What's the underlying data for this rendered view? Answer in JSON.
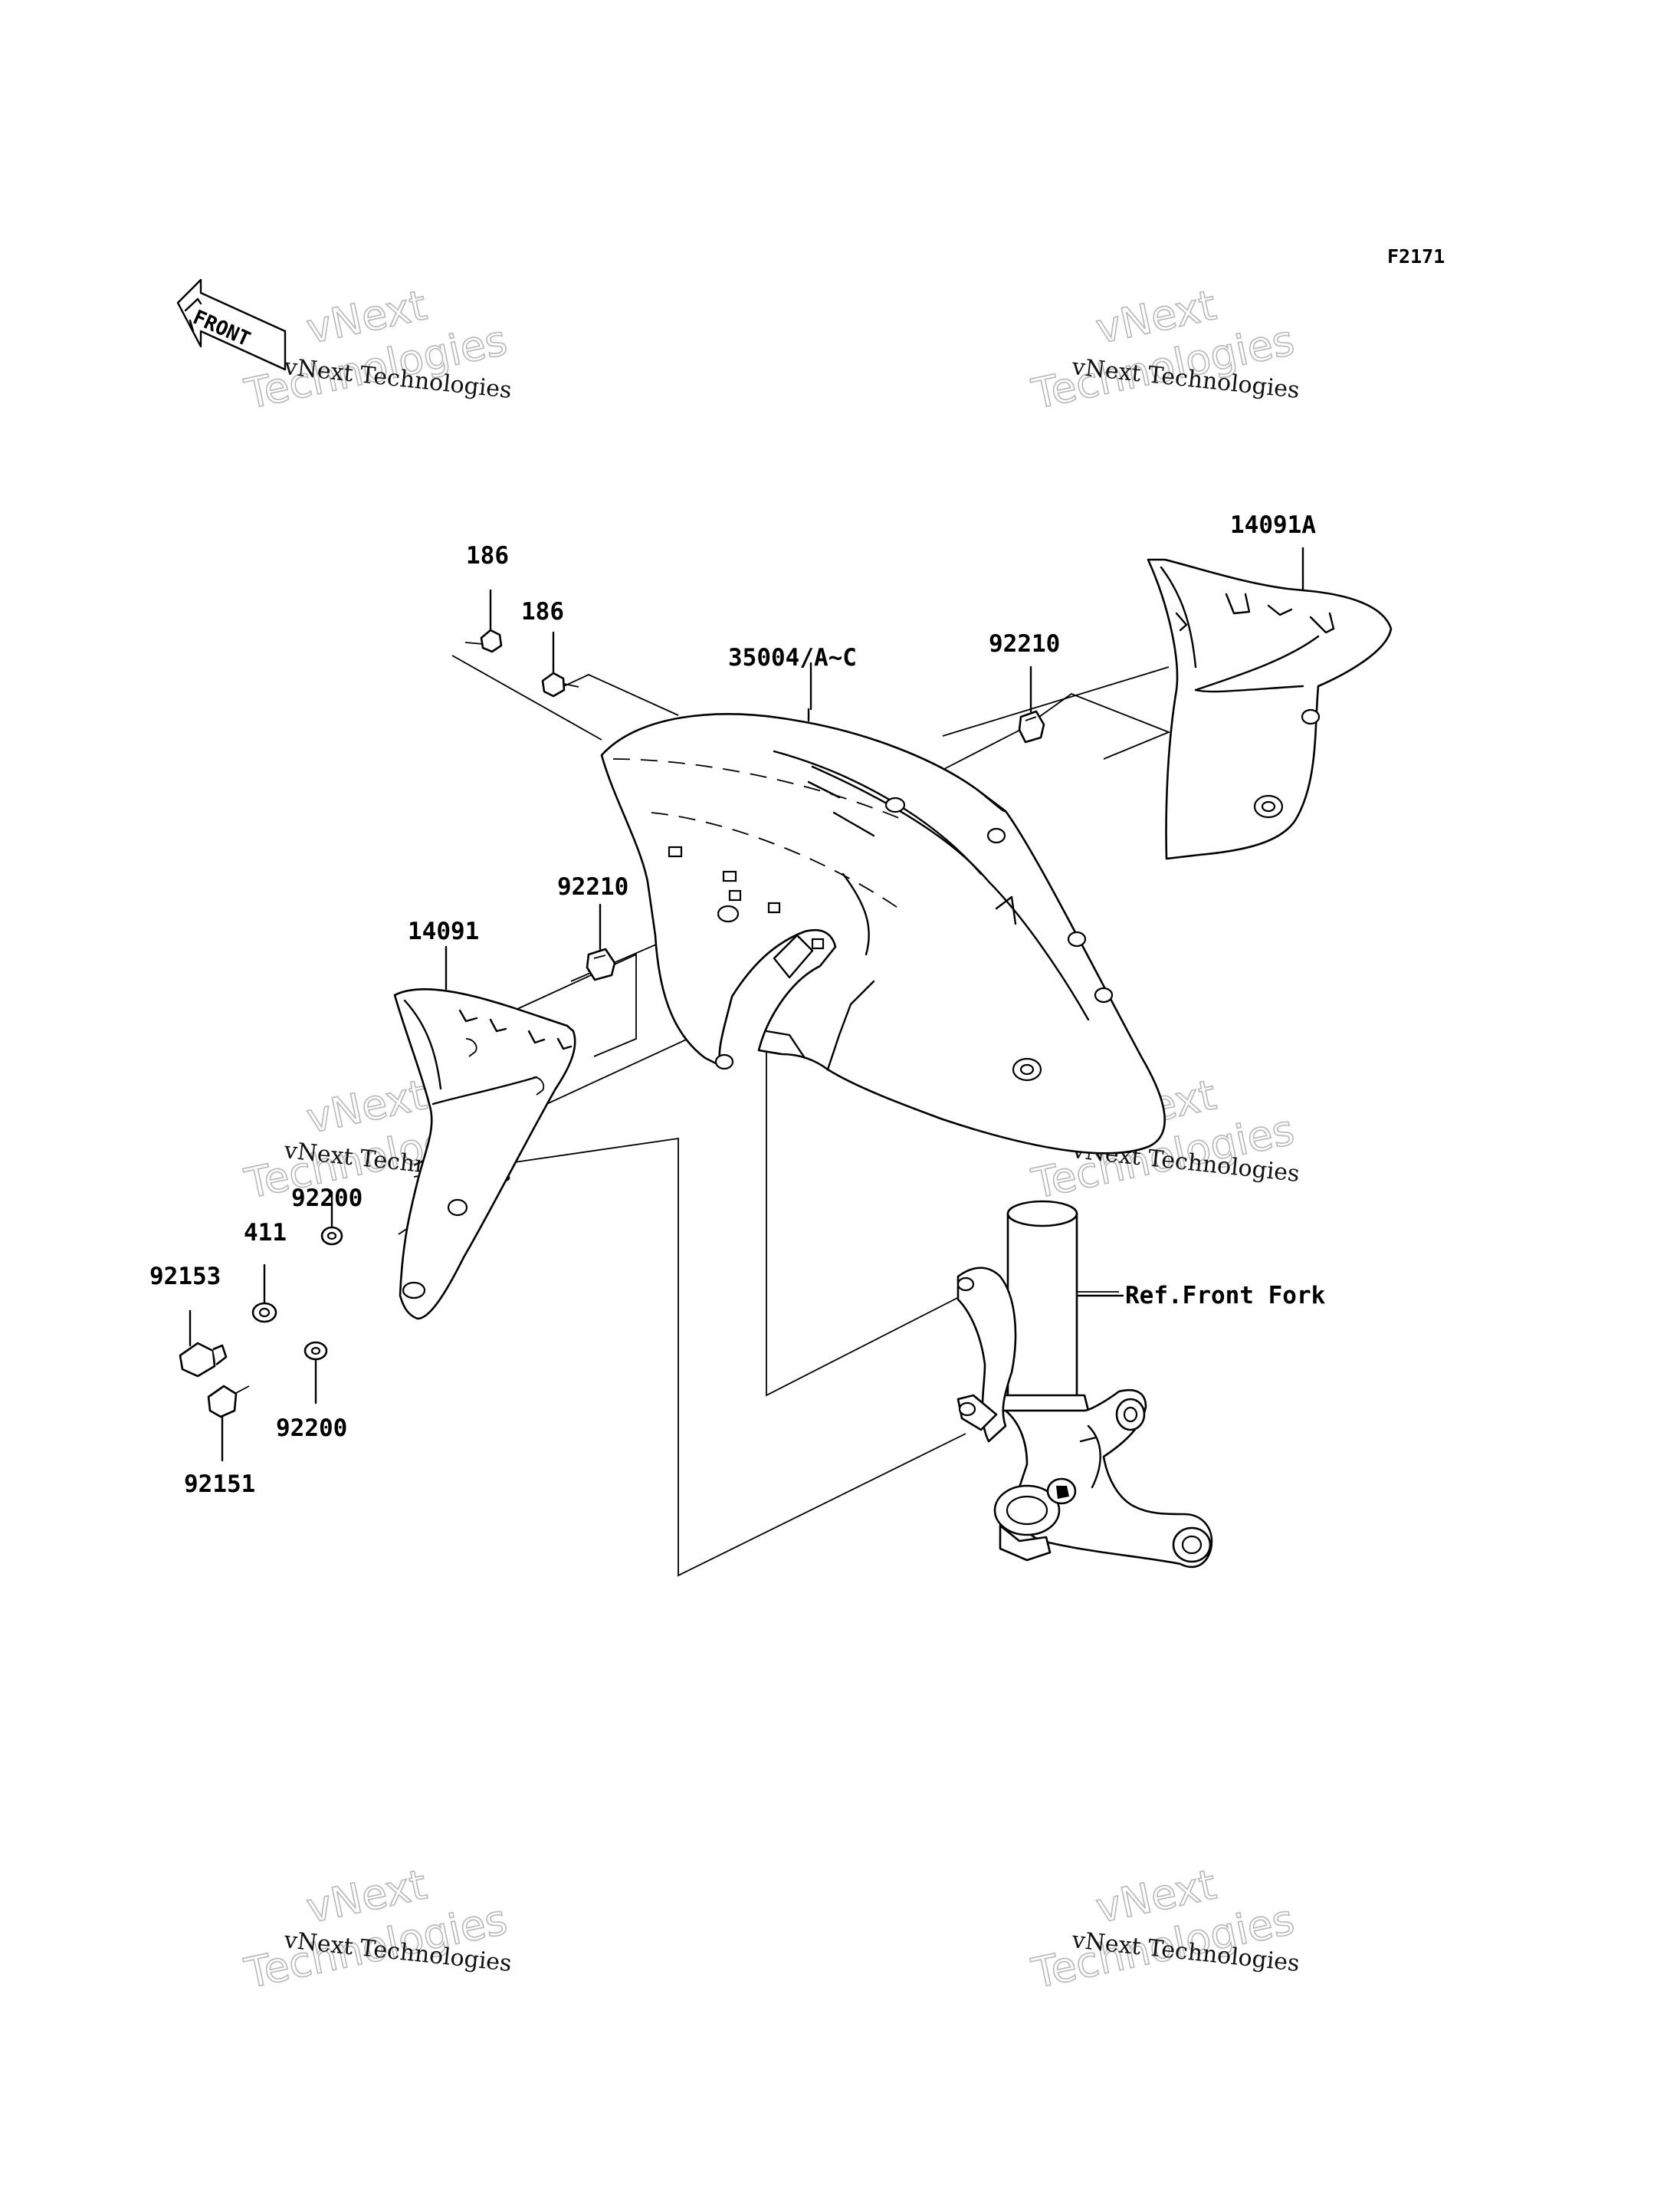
{
  "diagram_code": "F2171",
  "front_arrow_text": "FRONT",
  "watermarks": [
    {
      "line1": "vNext Technologies",
      "line2": "vNext",
      "line3": "Technologies"
    },
    {
      "line1": "vNext Technologies",
      "line2": "vNext",
      "line3": "Technologies"
    },
    {
      "line1": "vNext Technologies",
      "line2": "vNext",
      "line3": "Technologies"
    },
    {
      "line1": "vNext Technologies",
      "line2": "vNext",
      "line3": "Technologies"
    },
    {
      "line1": "vNext Technologies",
      "line2": "vNext",
      "line3": "Technologies"
    },
    {
      "line1": "vNext Technologies",
      "line2": "vNext",
      "line3": "Technologies"
    }
  ],
  "parts": {
    "bolt_186_a": "186",
    "bolt_186_b": "186",
    "fender": "35004/A~C",
    "nut_92210_right": "92210",
    "cover_right": "14091A",
    "nut_92210_left": "92210",
    "cover_left": "14091",
    "washer_92200_upper": "92200",
    "collar_411": "411",
    "bolt_92153": "92153",
    "washer_92200_lower": "92200",
    "bolt_92151": "92151",
    "front_fork_ref": "Ref.Front Fork"
  }
}
